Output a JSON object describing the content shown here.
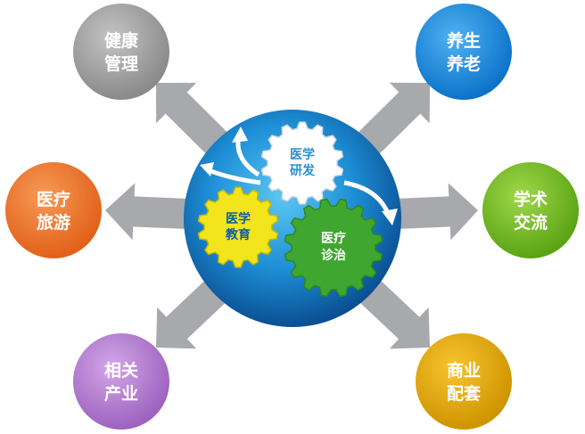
{
  "colors": {
    "center_outer": "#0a5fa8",
    "center_inner": "#2ea8e6",
    "arrow": "#a7a9ac",
    "gear_research": "#ffffff",
    "gear_education": "#f2e51c",
    "gear_treatment": "#3fa62f"
  },
  "gears": {
    "research": {
      "line1": "医学",
      "line2": "研发",
      "text_color": "#2a8fd0"
    },
    "education": {
      "line1": "医学",
      "line2": "教育",
      "text_color": "#0a5fa8"
    },
    "treatment": {
      "line1": "医疗",
      "line2": "诊治",
      "text_color": "#ffffff"
    }
  },
  "nodes": [
    {
      "id": "health-management",
      "line1": "健康",
      "line2": "管理",
      "color": "#9c9c9c"
    },
    {
      "id": "elderly-care",
      "line1": "养生",
      "line2": "养老",
      "color": "#1a8fe0"
    },
    {
      "id": "medical-tourism",
      "line1": "医疗",
      "line2": "旅游",
      "color": "#ef7a2d"
    },
    {
      "id": "academic-exchange",
      "line1": "学术",
      "line2": "交流",
      "color": "#77c11f"
    },
    {
      "id": "related-industry",
      "line1": "相关",
      "line2": "产业",
      "color": "#b87fd3"
    },
    {
      "id": "commercial-support",
      "line1": "商业",
      "line2": "配套",
      "color": "#e0a500"
    }
  ]
}
